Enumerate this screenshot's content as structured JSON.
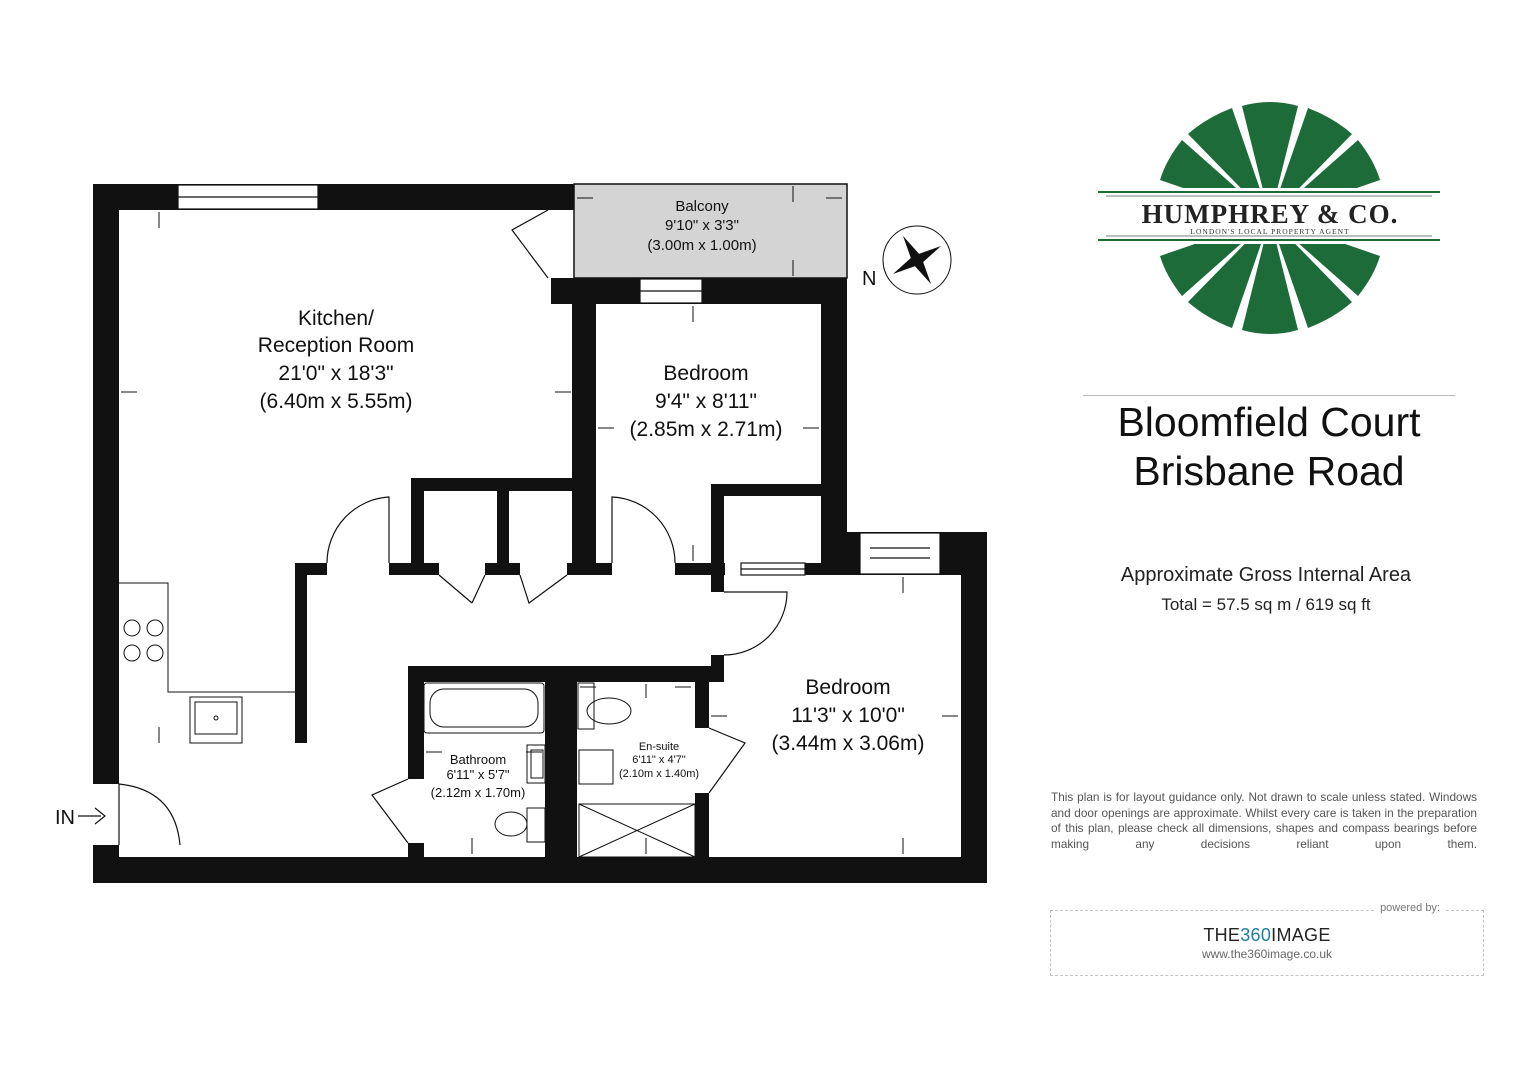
{
  "rooms": {
    "kitchen": {
      "name_line1": "Kitchen/",
      "name_line2": "Reception Room",
      "imperial": "21'0\" x 18'3\"",
      "metric": "(6.40m x 5.55m)"
    },
    "balcony": {
      "name": "Balcony",
      "imperial": "9'10\" x 3'3\"",
      "metric": "(3.00m x 1.00m)"
    },
    "bedroom1": {
      "name": "Bedroom",
      "imperial": "9'4\" x 8'11\"",
      "metric": "(2.85m x 2.71m)"
    },
    "bedroom2": {
      "name": "Bedroom",
      "imperial": "11'3\" x 10'0\"",
      "metric": "(3.44m x 3.06m)"
    },
    "bathroom": {
      "name": "Bathroom",
      "imperial": "6'11\" x 5'7\"",
      "metric": "(2.12m x 1.70m)"
    },
    "ensuite": {
      "name": "En-suite",
      "imperial": "6'11\" x 4'7\"",
      "metric": "(2.10m x 1.40m)"
    }
  },
  "entrance_label": "IN",
  "compass_label": "N",
  "agent_logo": {
    "name": "HUMPHREY & CO.",
    "tagline": "LONDON'S LOCAL PROPERTY AGENT",
    "color": "#1e6b3a"
  },
  "property": {
    "line1": "Bloomfield Court",
    "line2": "Brisbane Road"
  },
  "area": {
    "heading": "Approximate Gross Internal Area",
    "total": "Total = 57.5 sq m / 619 sq ft"
  },
  "disclaimer": "This plan is for layout guidance only. Not drawn to scale unless stated. Windows and door openings are approximate. Whilst every care is taken in the preparation of this plan, please check all dimensions, shapes and compass bearings before making any decisions reliant upon them.",
  "powered_by": {
    "label": "powered by:",
    "brand_part1": "THE",
    "brand_accent": "360",
    "brand_part2": "IMAGE",
    "url": "www.the360image.co.uk"
  },
  "colors": {
    "wall": "#111111",
    "balcony_fill": "#d4d4d4",
    "logo_green": "#1e6b3a",
    "brand_accent": "#1a7fa0"
  }
}
